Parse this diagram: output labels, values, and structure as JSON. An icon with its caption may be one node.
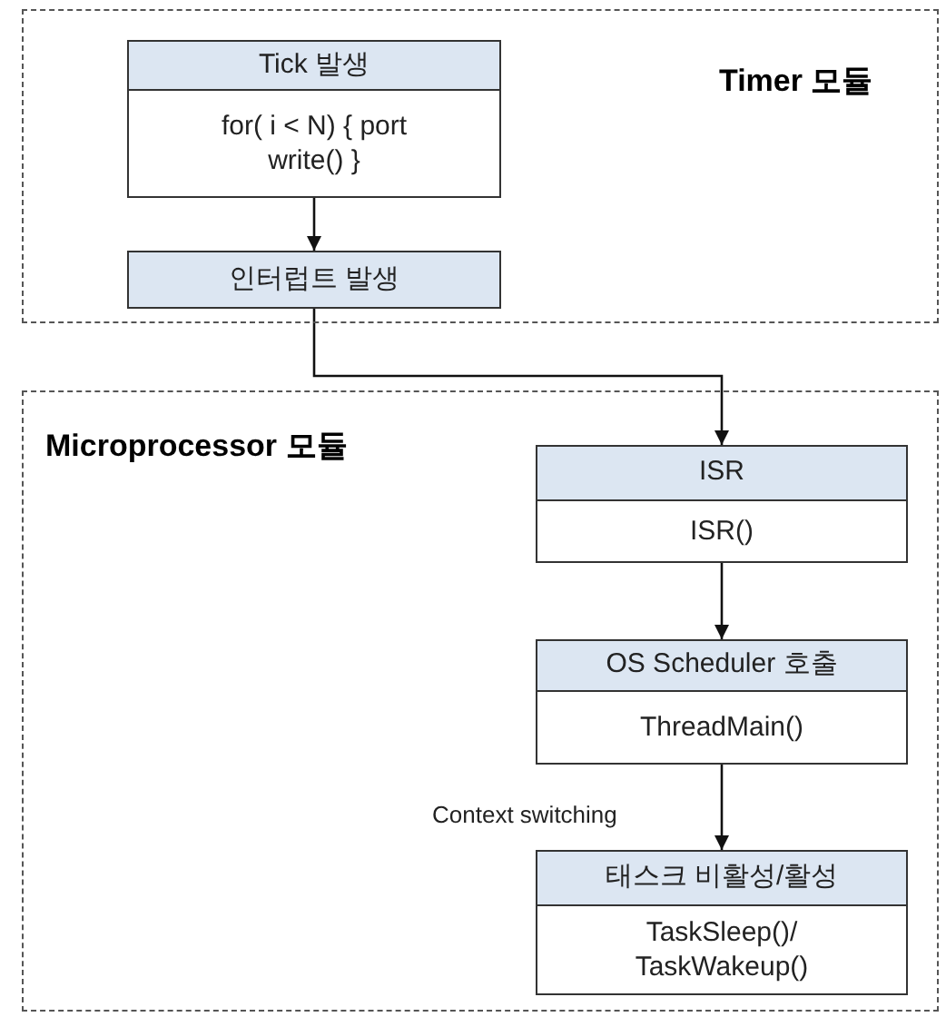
{
  "diagram": {
    "nodes": [
      {
        "text": [
          "Timer 모듈"
        ]
      },
      {
        "text": [
          "Tick 발생",
          "for( i < N) { port write() }"
        ],
        "in": 0
      },
      {
        "text": [
          "인터럽트 발생"
        ],
        "in": 0
      },
      {
        "text": [
          "Microprocessor 모듈"
        ]
      },
      {
        "text": [
          "ISR",
          "ISR()"
        ],
        "in": 3
      },
      {
        "text": [
          "OS Scheduler 호출",
          "ThreadMain()"
        ],
        "in": 3
      },
      {
        "text": [
          "태스크 비활성/활성",
          "TaskSleep()/ TaskWakeup()"
        ],
        "in": 3
      }
    ],
    "edges": [
      {
        "from": 1,
        "to": 2,
        "arrow": "to"
      },
      {
        "from": 2,
        "to": 4,
        "arrow": "to"
      },
      {
        "from": 4,
        "to": 5,
        "arrow": "to"
      },
      {
        "from": 5,
        "to": 6,
        "arrow": "to",
        "label": "Context switching"
      }
    ]
  }
}
